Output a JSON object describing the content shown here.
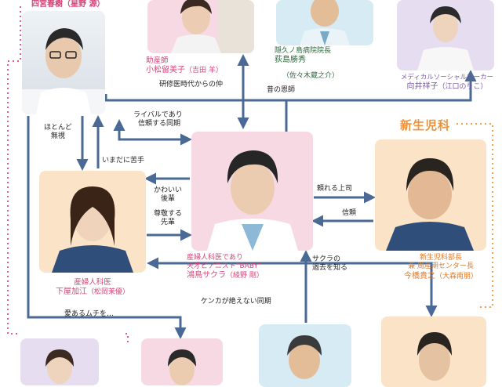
{
  "colors": {
    "arrow": "#4a6a95",
    "pink_dotted": "#e85c95",
    "orange_dotted": "#f4a04a",
    "role_text": "#d6457a",
    "section_title": "#f0923a",
    "card_pink": "#f7d9e4",
    "card_orange": "#fbe3c8",
    "card_blue": "#d7ebf5",
    "card_purple": "#e6ddf1"
  },
  "section": {
    "shinseijika": "新生児科"
  },
  "characters": {
    "shinomiya": {
      "name": "四宮春樹",
      "actor": "（星野 源）"
    },
    "komatsu": {
      "role": "助産師",
      "name": "小松留美子",
      "actor": "（吉田 羊）"
    },
    "ogishima": {
      "role": "隠久ノ島病院院長",
      "name": "荻島勝秀",
      "actor": "（佐々木蔵之介）"
    },
    "mukai": {
      "role": "メディカルソーシャルワーカー",
      "name": "向井祥子",
      "actor": "（江口のりこ）"
    },
    "konotori": {
      "role_line1": "産婦人科医であり",
      "role_line2": "天才ピアニスト“BABY”",
      "name": "鴻鳥サクラ",
      "actor": "（綾野 剛）"
    },
    "imahashi": {
      "role_line1": "新生児科部長",
      "role_line2": "兼 周産期センター長",
      "name": "今橋貴之",
      "actor": "（大森南朋）"
    },
    "shimoya": {
      "role": "産婦人科医",
      "name": "下屋加江",
      "actor": "（松岡茉優）"
    }
  },
  "labels": {
    "kenshui": "研修医時代からの仲",
    "mukashi": "昔の恩師",
    "rival_1": "ライバルであり",
    "rival_2": "信頼する同期",
    "hotondo_1": "ほとんど",
    "hotondo_2": "無視",
    "imada": "いまだに苦手",
    "kawaii_1": "かわいい",
    "kawaii_2": "後輩",
    "sonkei_1": "尊敬する",
    "sonkei_2": "先輩",
    "tayoreru": "頼れる上司",
    "shinrai": "信頼",
    "sakura_1": "サクラの",
    "sakura_2": "過去を知る",
    "kenka": "ケンカが絶えない同期",
    "ai": "愛あるムチを…"
  }
}
